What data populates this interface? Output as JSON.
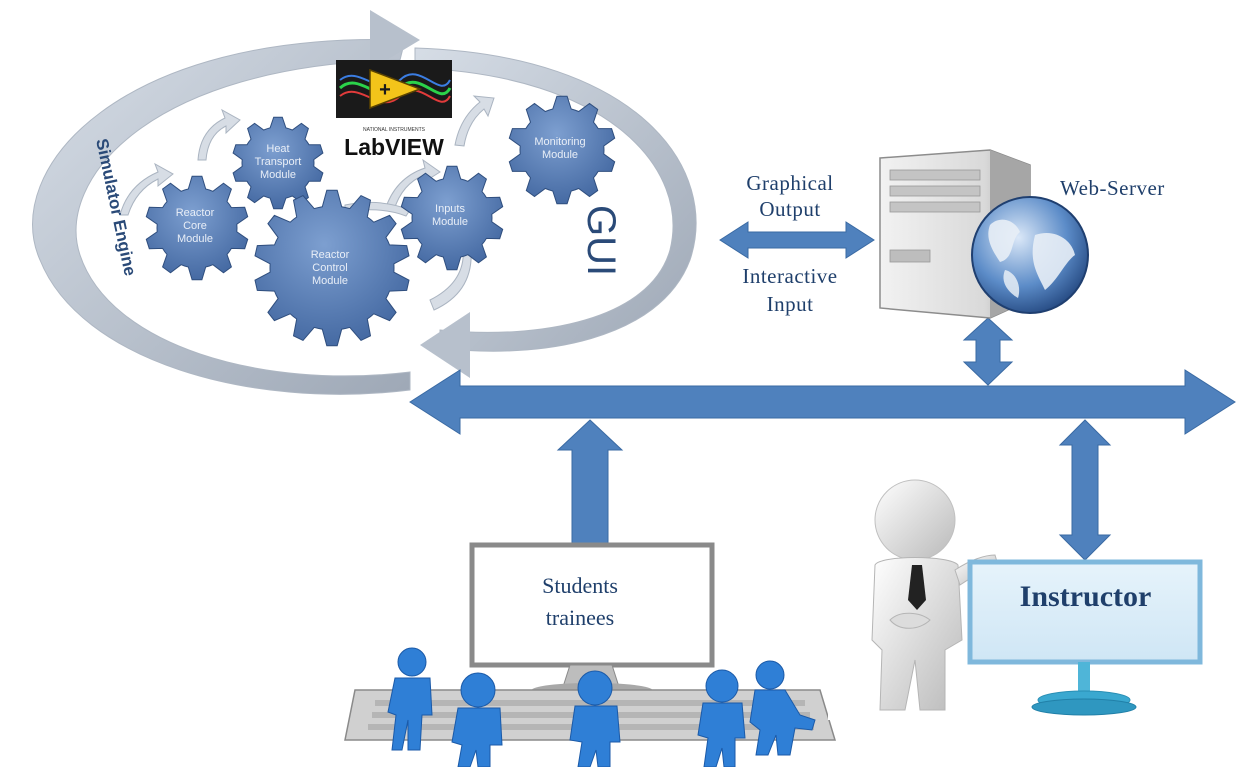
{
  "diagram": {
    "simulator_engine_label": "Simulator Engine",
    "gui_label": "GUI",
    "labview": {
      "brand": "LabVIEW",
      "maker": "NATIONAL INSTRUMENTS"
    },
    "modules": {
      "heat_transport": [
        "Heat",
        "Transport",
        "Module"
      ],
      "monitoring": [
        "Monitoring",
        "Module"
      ],
      "reactor_core": [
        "Reactor",
        "Core",
        "Module"
      ],
      "inputs": [
        "Inputs",
        "Module"
      ],
      "reactor_control": [
        "Reactor",
        "Control",
        "Module"
      ]
    },
    "graphical_output": [
      "Graphical",
      "Output"
    ],
    "interactive_input": [
      "Interactive",
      "Input"
    ],
    "web_server_label": "Web-Server",
    "students": [
      "Students",
      "trainees"
    ],
    "instructor": "Instructor",
    "colors": {
      "arrow_blue": "#4f81bd",
      "gear_blue": "#4a72ad",
      "cycle_grey": "#b8c2cf",
      "text_navy": "#1f3f6b"
    }
  }
}
